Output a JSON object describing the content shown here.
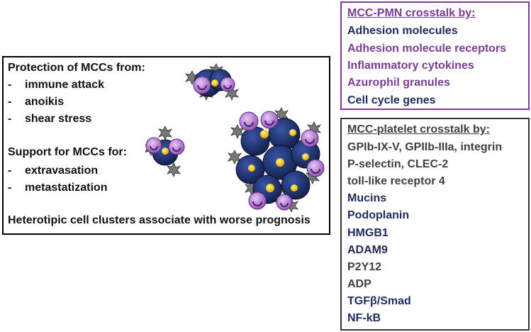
{
  "left_box": {
    "protection_heading": "Protection of MCCs from:",
    "protection_items": [
      "immune attack",
      "anoikis",
      "shear stress"
    ],
    "support_heading": "Support for MCCs for:",
    "support_items": [
      "extravasation",
      "metastatization"
    ],
    "conclusion": "Heterotipic cell clusters associate with worse prognosis",
    "bullet": "-"
  },
  "pmn_box": {
    "heading": "MCC-PMN crosstalk by:",
    "items": [
      {
        "label": "Adhesion molecules",
        "color": "#1f2a5c"
      },
      {
        "label": "Adhesion molecule receptors",
        "color": "#7b3a96"
      },
      {
        "label": "Inflammatory cytokines",
        "color": "#7b3a96"
      },
      {
        "label": "Azurophil granules",
        "color": "#7b3a96"
      },
      {
        "label": "Cell cycle genes",
        "color": "#1f2a5c"
      }
    ],
    "heading_color": "#7b3a96"
  },
  "platelet_box": {
    "heading": "MCC-platelet crosstalk by:",
    "items": [
      {
        "label": "GPIb-IX-V, GPIIb-IIIa, integrin",
        "color": "#404040"
      },
      {
        "label": "P-selectin, CLEC-2",
        "color": "#404040"
      },
      {
        "label": "toll-like receptor 4",
        "color": "#404040"
      },
      {
        "label": "Mucins",
        "color": "#1f2a5c"
      },
      {
        "label": "Podoplanin",
        "color": "#1f2a5c"
      },
      {
        "label": "HMGB1",
        "color": "#1f2a5c"
      },
      {
        "label": "ADAM9",
        "color": "#1f2a5c"
      },
      {
        "label": "P2Y12",
        "color": "#404040"
      },
      {
        "label": "ADP",
        "color": "#404040"
      },
      {
        "label": "TGFβ/Smad",
        "color": "#1f2a5c"
      },
      {
        "label": "NF-kB",
        "color": "#1f2a5c"
      }
    ],
    "heading_color": "#404040"
  },
  "illustration": {
    "tumor_cell_color": "#1f2f63",
    "nucleus_color": "#f5c400",
    "neutrophil_color": "#9a5dc0",
    "platelet_color": "#8a8a8a"
  }
}
